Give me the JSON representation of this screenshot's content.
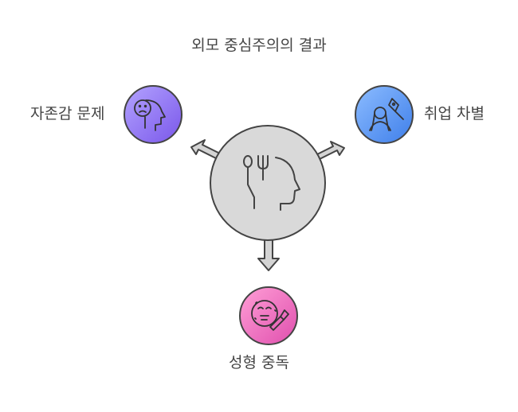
{
  "title": "외모 중심주의의 결과",
  "nodes": {
    "center": {
      "icon": "head-with-utensils-icon",
      "color": "#d9d9d9"
    },
    "left": {
      "label": "자존감 문제",
      "icon": "sad-face-head-icon",
      "color": "#8b6cf0"
    },
    "right": {
      "label": "취업 차별",
      "icon": "person-with-tag-icon",
      "color": "#4f8ef0"
    },
    "bottom": {
      "label": "성형 중독",
      "icon": "face-with-brush-icon",
      "color": "#ec67bd"
    }
  }
}
